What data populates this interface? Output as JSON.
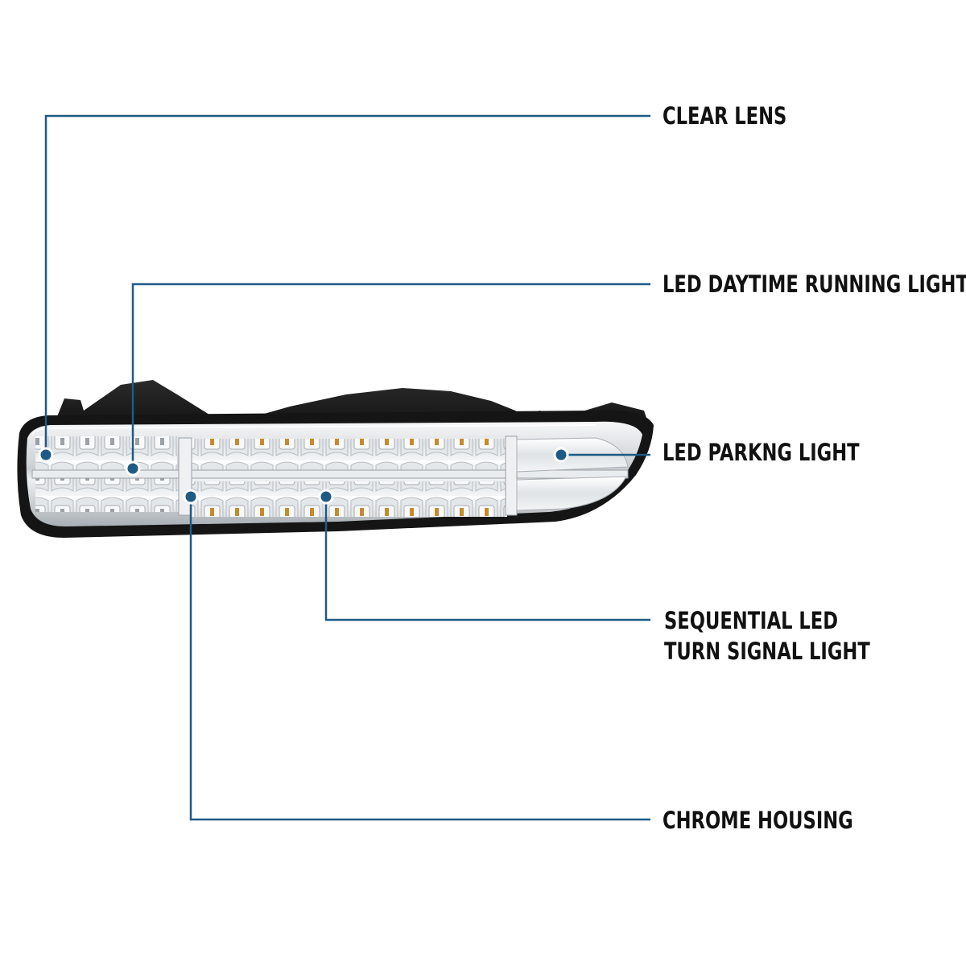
{
  "colors": {
    "leader": "#1f5a85",
    "dot_ring": "#ffffff",
    "label_text": "#111111",
    "housing": "#1a1a1a",
    "chrome": "#d9dde0",
    "lens": "#eef1f3",
    "amber": "#c98a2c"
  },
  "callouts": [
    {
      "id": "clear-lens",
      "line1": "CLEAR LENS",
      "line2": ""
    },
    {
      "id": "led-drl",
      "line1": "LED DAYTIME RUNNING LIGHT",
      "line2": ""
    },
    {
      "id": "led-parking",
      "line1": "LED PARKNG LIGHT",
      "line2": ""
    },
    {
      "id": "sequential-turn",
      "line1": "SEQUENTIAL LED",
      "line2": "TURN SIGNAL LIGHT"
    },
    {
      "id": "chrome-housing",
      "line1": "CHROME HOUSING",
      "line2": ""
    }
  ]
}
